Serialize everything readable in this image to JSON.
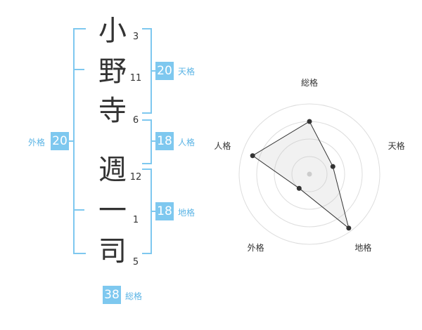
{
  "name": [
    {
      "char": "小",
      "strokes": "3"
    },
    {
      "char": "野",
      "strokes": "11"
    },
    {
      "char": "寺",
      "strokes": "6"
    },
    {
      "char": "週",
      "strokes": "12"
    },
    {
      "char": "一",
      "strokes": "1"
    },
    {
      "char": "司",
      "strokes": "5"
    }
  ],
  "fortunes": {
    "tenkaku": {
      "value": "20",
      "label": "天格"
    },
    "jinkaku": {
      "value": "18",
      "label": "人格"
    },
    "chikaku": {
      "value": "18",
      "label": "地格"
    },
    "gaikaku": {
      "value": "20",
      "label": "外格"
    },
    "soukaku": {
      "value": "38",
      "label": "総格"
    }
  },
  "colors": {
    "accent": "#7ec8ef",
    "label": "#5bb4e5",
    "text": "#333333"
  },
  "chart_data": {
    "type": "radar",
    "axes": [
      "総格",
      "天格",
      "地格",
      "外格",
      "人格"
    ],
    "values": [
      0.75,
      0.35,
      0.95,
      0.25,
      0.85
    ],
    "range": [
      0,
      1
    ],
    "rings": 4
  }
}
